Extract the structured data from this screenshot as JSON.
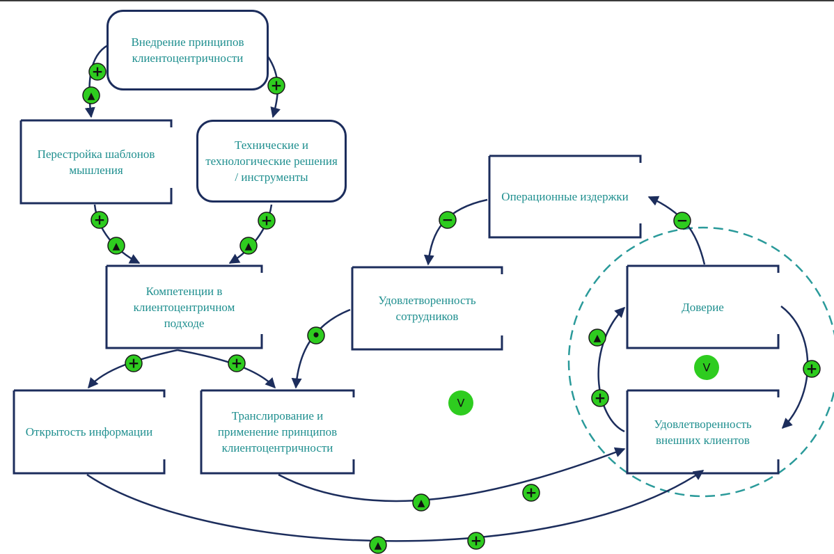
{
  "nodes": {
    "vnedrenie": "Внедрение принципов клиентоцентричности",
    "perestroika": "Перестройка шаблонов мышления",
    "tehnicheskie": "Технические и технологические решения / инструменты",
    "kompetencii": "Компетенции в клиентоцентричном подходе",
    "otkrytost": "Открытость информации",
    "translirovanie": "Транслирование и применение принципов клиентоцентричности",
    "udovl_sotr": "Удовлетворенность сотрудников",
    "operacionnye": "Операционные издержки",
    "doverie": "Доверие",
    "udovl_klient": "Удовлетворенность внешних клиентов"
  },
  "loop_markers": [
    "V",
    "V"
  ],
  "signs": {
    "plus": "+",
    "minus": "−",
    "delay": "▲",
    "dot": "•"
  },
  "colors": {
    "node_border": "#1c2d5c",
    "node_text": "#1f8f8f",
    "arrow": "#1c2d5c",
    "badge": "#2ecc1f",
    "dashed_circle": "#2a9a9a"
  }
}
